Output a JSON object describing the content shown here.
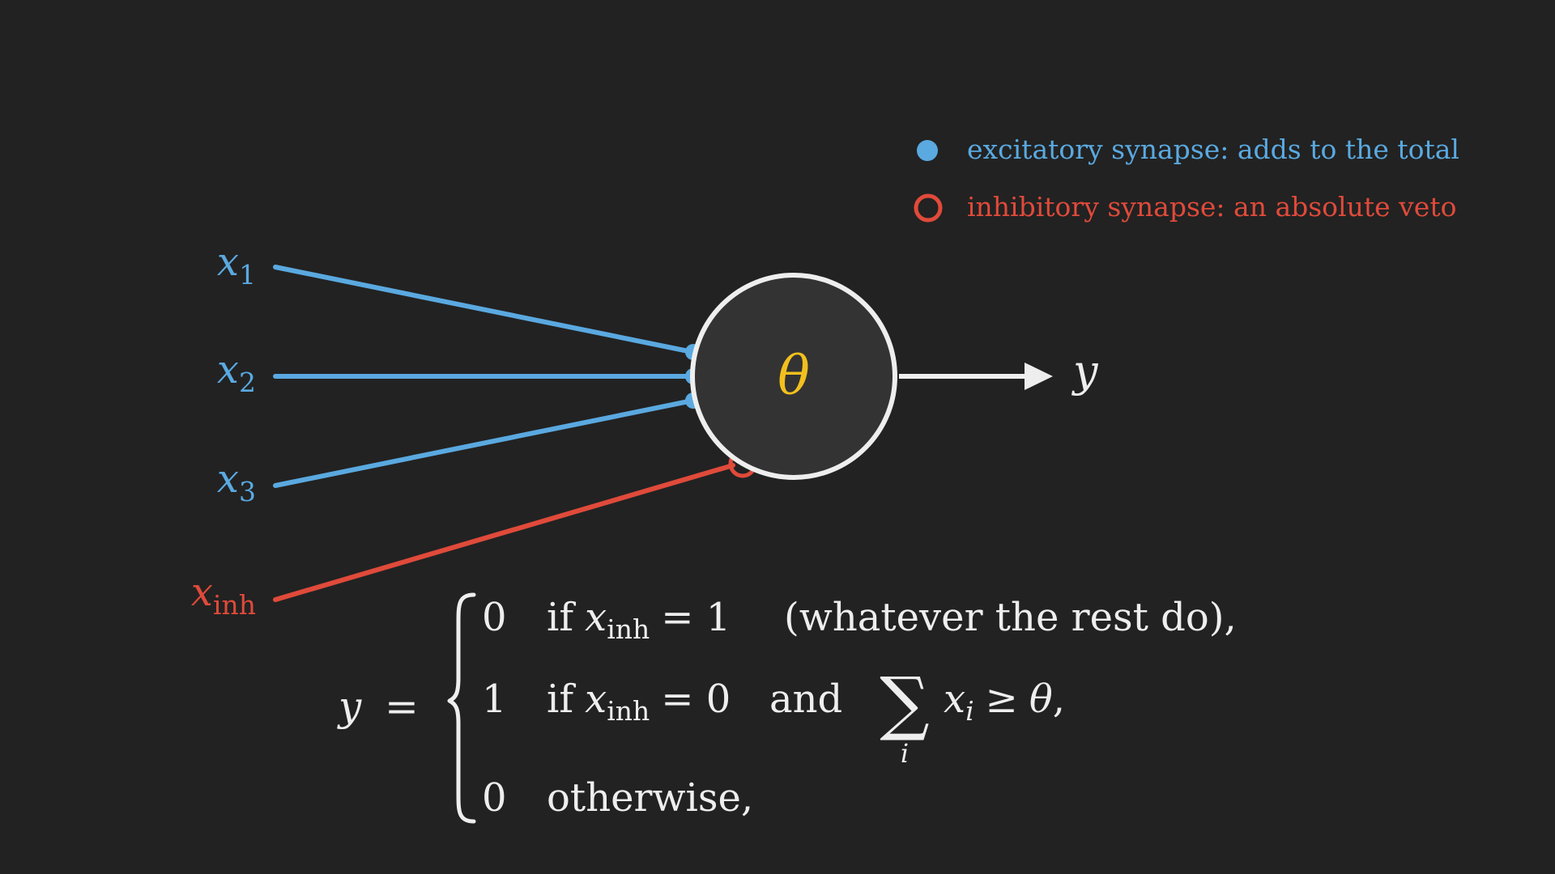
{
  "colors": {
    "background": "#222222",
    "excitatory": "#5aa9e0",
    "inhibitory": "#e04a3a",
    "neuron_fill": "#333333",
    "neuron_stroke": "#eeeeee",
    "threshold": "#f2c01e",
    "text": "#eeeeee"
  },
  "inputs": [
    {
      "symbol": "x",
      "subscript": "1",
      "type": "excitatory"
    },
    {
      "symbol": "x",
      "subscript": "2",
      "type": "excitatory"
    },
    {
      "symbol": "x",
      "subscript": "3",
      "type": "excitatory"
    },
    {
      "symbol": "x",
      "subscript": "inh",
      "type": "inhibitory"
    }
  ],
  "neuron": {
    "label": "θ"
  },
  "output": {
    "label": "y"
  },
  "legend": [
    {
      "type": "excitatory",
      "marker": "filled-dot",
      "text": "excitatory synapse: adds to the total"
    },
    {
      "type": "inhibitory",
      "marker": "hollow-ring",
      "text": "inhibitory synapse: an absolute veto"
    }
  ],
  "equation": {
    "lhs": "y",
    "equals": "=",
    "case1": {
      "value": "0",
      "cond_prefix": "if",
      "var": "x",
      "sub": "inh",
      "rel": "= 1",
      "note": "(whatever the rest do),"
    },
    "case2": {
      "value": "1",
      "cond_prefix": "if",
      "var": "x",
      "sub": "inh",
      "rel": "= 0",
      "and": "and",
      "sum": "∑",
      "sum_index": "i",
      "term": "x",
      "term_sub": "i",
      "ineq": "≥",
      "theta": "θ",
      "tail": ","
    },
    "case3": {
      "value": "0",
      "cond": "otherwise,"
    }
  }
}
